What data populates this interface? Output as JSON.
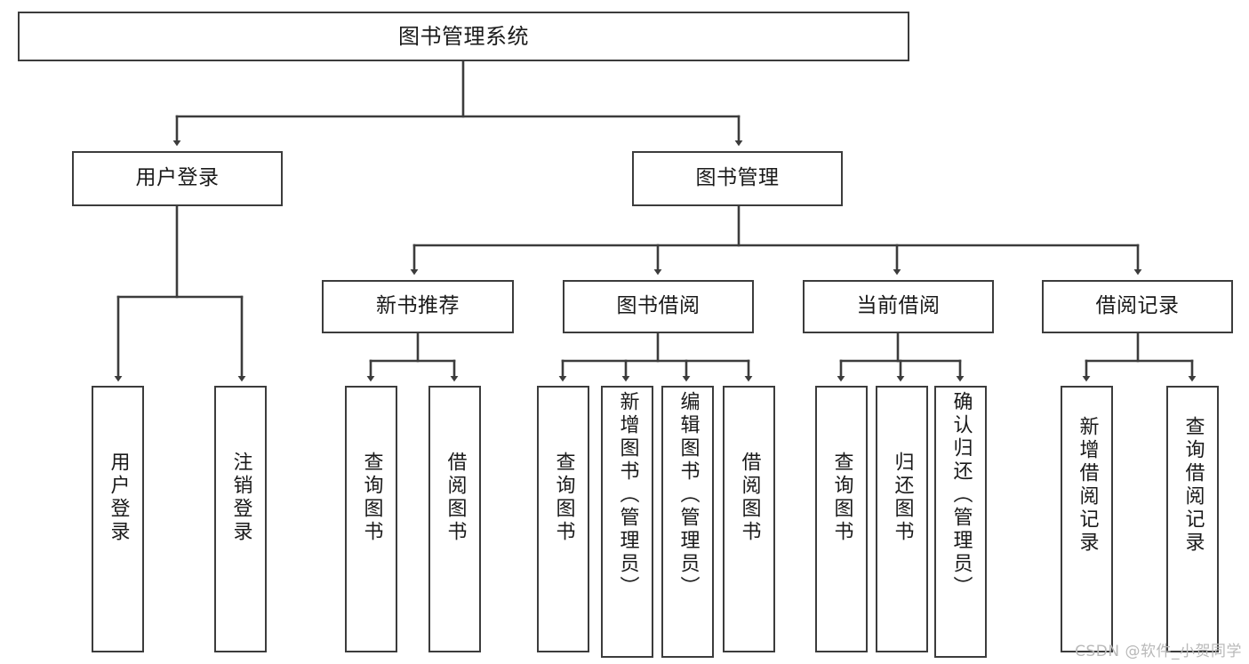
{
  "diagram": {
    "title": "图书管理系统",
    "type": "hierarchical-tree",
    "root": {
      "id": "root",
      "label": "图书管理系统"
    },
    "level2": [
      {
        "id": "user-login",
        "label": "用户登录"
      },
      {
        "id": "book-management",
        "label": "图书管理"
      }
    ],
    "level3": [
      {
        "id": "new-book-recommend",
        "label": "新书推荐",
        "parent": "book-management"
      },
      {
        "id": "book-borrow",
        "label": "图书借阅",
        "parent": "book-management"
      },
      {
        "id": "current-borrow",
        "label": "当前借阅",
        "parent": "book-management"
      },
      {
        "id": "borrow-record",
        "label": "借阅记录",
        "parent": "book-management"
      }
    ],
    "leaves": [
      {
        "id": "leaf-user-login",
        "label": "用户登录",
        "parent": "user-login"
      },
      {
        "id": "leaf-logout-login",
        "label": "注销登录",
        "parent": "user-login"
      },
      {
        "id": "leaf-query-book-1",
        "label": "查询图书",
        "parent": "new-book-recommend"
      },
      {
        "id": "leaf-borrow-book-1",
        "label": "借阅图书",
        "parent": "new-book-recommend"
      },
      {
        "id": "leaf-query-book-2",
        "label": "查询图书",
        "parent": "book-borrow"
      },
      {
        "id": "leaf-add-book",
        "label": "新增图书（管理员）",
        "parent": "book-borrow"
      },
      {
        "id": "leaf-edit-book",
        "label": "编辑图书（管理员）",
        "parent": "book-borrow"
      },
      {
        "id": "leaf-borrow-book-2",
        "label": "借阅图书",
        "parent": "book-borrow"
      },
      {
        "id": "leaf-query-book-3",
        "label": "查询图书",
        "parent": "current-borrow"
      },
      {
        "id": "leaf-return-book",
        "label": "归还图书",
        "parent": "current-borrow"
      },
      {
        "id": "leaf-confirm-return",
        "label": "确认归还（管理员）",
        "parent": "current-borrow"
      },
      {
        "id": "leaf-add-record",
        "label": "新增借阅记录",
        "parent": "borrow-record"
      },
      {
        "id": "leaf-query-record",
        "label": "查询借阅记录",
        "parent": "borrow-record"
      }
    ]
  },
  "watermark": {
    "text": "CSDN @软件_小贺同学"
  },
  "colors": {
    "stroke": "#3c3c3c",
    "background": "#ffffff",
    "text": "#1a1a1a",
    "watermark": "#b9b9b9"
  }
}
